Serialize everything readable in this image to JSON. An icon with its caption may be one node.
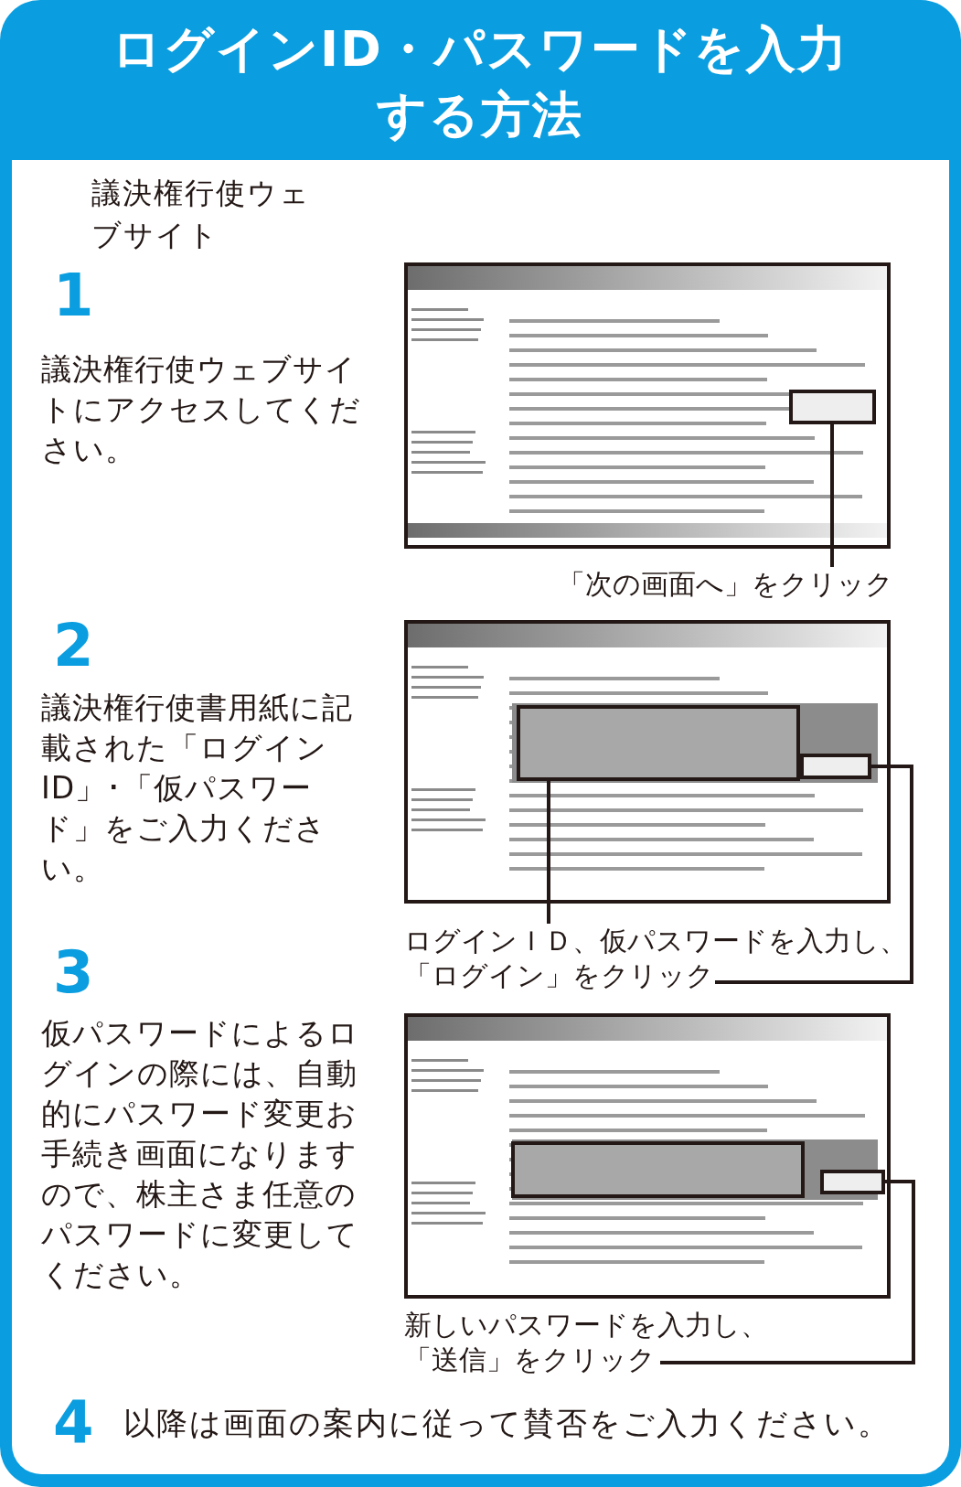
{
  "diagram": {
    "title": "ログインID・パスワードを入力する方法",
    "nodes": [
      {
        "text": [],
        "shape": "picture"
      },
      {
        "text": [
          "「次の画面へ」をクリック"
        ]
      },
      {
        "text": [],
        "shape": "picture"
      },
      {
        "text": [
          "ログインＩＤ、仮パスワードを入力し、「ログイン」をクリック"
        ]
      },
      {
        "text": [],
        "shape": "picture"
      },
      {
        "text": [
          "新しいパスワードを入力し、「送信」をクリック"
        ]
      }
    ],
    "edges": [
      {
        "from": 1,
        "to": 0,
        "arrow": "none"
      },
      {
        "from": 3,
        "to": 2,
        "arrow": "none"
      },
      {
        "from": 3,
        "to": 2,
        "arrow": "none"
      },
      {
        "from": 5,
        "to": 4,
        "arrow": "none"
      }
    ],
    "labels": [
      "議決権行使ウェブサイト",
      "1",
      "議決権行使ウェブサイトにアクセスしてください。",
      "2",
      "議決権行使書用紙に記載された「ログインID」･「仮パスワード」をご入力ください。",
      "3",
      "仮パスワードによるログインの際には、自動的にパスワード変更お手続き画面になりますので、株主さま任意のパスワードに変更してください。",
      "4",
      "以降は画面の案内に従って賛否をご入力ください。"
    ]
  }
}
